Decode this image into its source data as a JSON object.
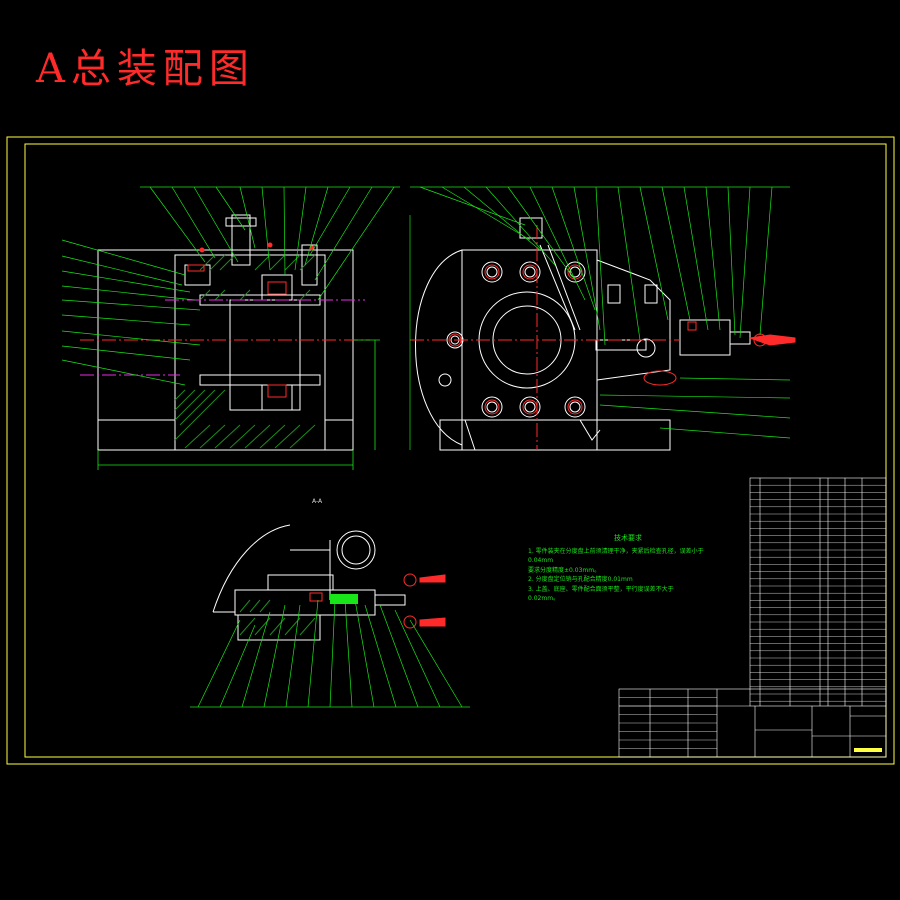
{
  "drawing_title": "A总装配图",
  "section_label": "A-A",
  "technical_requirements": {
    "heading": "技术要求",
    "lines": [
      "1. 零件装夹在分度盘上前须清理干净，夹紧后检查孔径，误差小于0.04mm",
      "要求分度精度±0.03mm。",
      "2. 分度盘定位销与孔配合精度0.01mm",
      "3. 上盖、底座、零件配合面须平整，平行度误差不大于",
      "0.02mm。"
    ]
  },
  "colors": {
    "title": "#ff2a2a",
    "frame": "#ffff44",
    "outline": "#ffffff",
    "leader": "#19e619",
    "center": "#ff2a2a",
    "phantom": "#e62ee6",
    "hatch": "#1f8a1f"
  }
}
